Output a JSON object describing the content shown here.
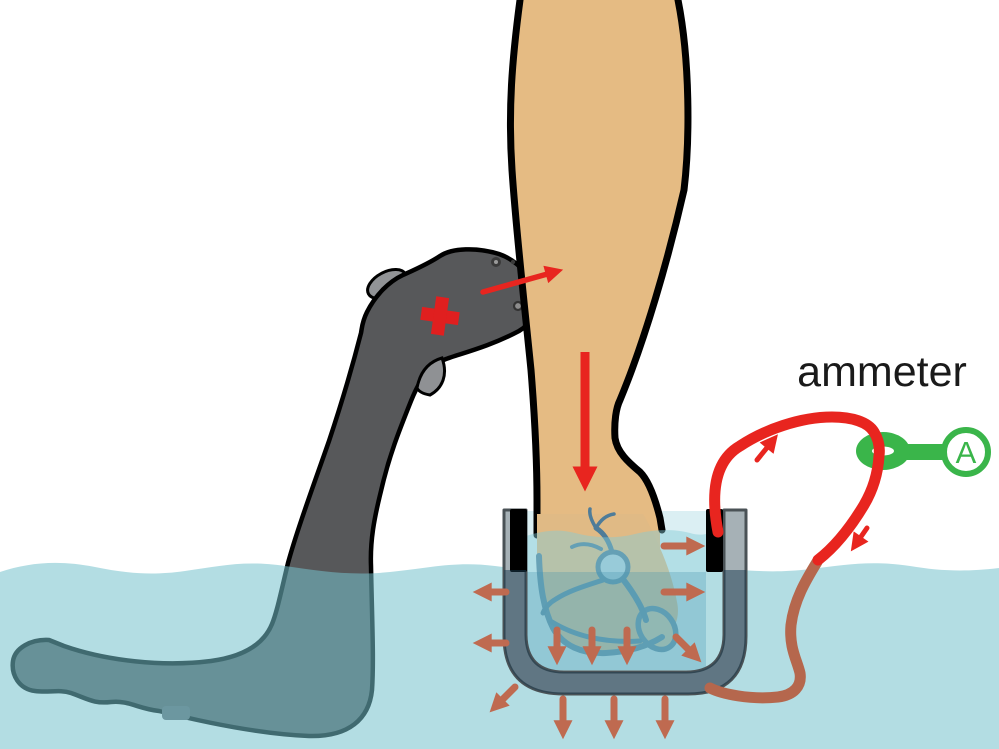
{
  "labels": {
    "ammeter": "ammeter",
    "ammeter_device": "A",
    "eel_head_polarity": "+"
  },
  "scene": {
    "subject": "electric eel leaping against a submerged human leg",
    "elements": [
      "electric-eel",
      "human-leg-and-foot",
      "water",
      "measurement-cup-with-electrodes",
      "red-wire-above-water",
      "brown-wire-below-water",
      "clamp-ammeter",
      "current-dispersal-arrows"
    ],
    "red_current_arrows": [
      "eel-head-to-leg",
      "down-leg",
      "wire-up-toward-ammeter",
      "wire-down-from-ammeter"
    ],
    "brown_dispersal_arrow_directions": [
      "left",
      "left",
      "right",
      "right",
      "down",
      "down",
      "down",
      "down-right",
      "down-left",
      "down",
      "down",
      "down"
    ]
  },
  "colors": {
    "background": "#ffffff",
    "water": "#b4dde3",
    "eel_body": "#57585a",
    "eel_fin": "#919396",
    "skin_tan": "#e5bb83",
    "current_red": "#e8251f",
    "dispersal_arrow_brown": "#bf6a50",
    "submerged_wire_brown": "#b5674d",
    "ammeter_green": "#3ab54a",
    "vein_blue": "#4e7c99",
    "cup_wall_gray": "#a6b1b6",
    "electrode_black": "#000000",
    "label_text": "#1a1a1a"
  }
}
